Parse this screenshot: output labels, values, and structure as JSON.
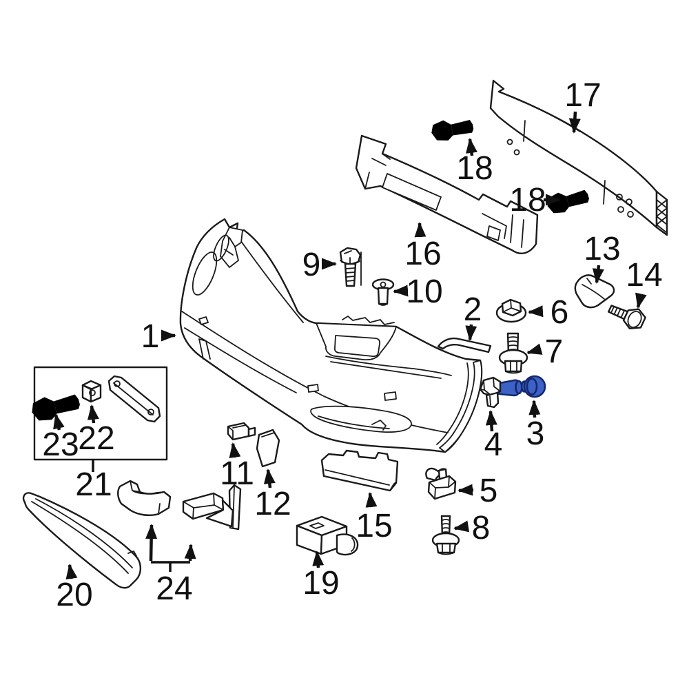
{
  "diagram": {
    "title": "Front bumper exploded parts diagram",
    "background_color": "#ffffff",
    "line_color": "#1a1a1a",
    "highlight": {
      "fill": "#3b62c4",
      "stroke": "#14276e",
      "highlighted_callout": "3"
    }
  },
  "callouts": {
    "c1": {
      "label": "1",
      "part": "bumper-cover"
    },
    "c2": {
      "label": "2",
      "part": "retainer-strip"
    },
    "c3": {
      "label": "3",
      "part": "screw-highlighted"
    },
    "c4": {
      "label": "4",
      "part": "side-bracket"
    },
    "c5": {
      "label": "5",
      "part": "lower-bracket"
    },
    "c6": {
      "label": "6",
      "part": "flange-nut"
    },
    "c7": {
      "label": "7",
      "part": "stud-bolt"
    },
    "c8": {
      "label": "8",
      "part": "bolt"
    },
    "c9": {
      "label": "9",
      "part": "bolt"
    },
    "c10": {
      "label": "10",
      "part": "clip-screw"
    },
    "c11": {
      "label": "11",
      "part": "clip-bracket"
    },
    "c12": {
      "label": "12",
      "part": "pad"
    },
    "c13": {
      "label": "13",
      "part": "bracket"
    },
    "c14": {
      "label": "14",
      "part": "bolt"
    },
    "c15": {
      "label": "15",
      "part": "lower-support"
    },
    "c16": {
      "label": "16",
      "part": "energy-absorber"
    },
    "c17": {
      "label": "17",
      "part": "impact-bar"
    },
    "c18a": {
      "label": "18",
      "part": "bolt"
    },
    "c18b": {
      "label": "18",
      "part": "bolt"
    },
    "c19": {
      "label": "19",
      "part": "sensor-bracket"
    },
    "c20": {
      "label": "20",
      "part": "lower-grille"
    },
    "c21": {
      "label": "21",
      "part": "bracket-kit"
    },
    "c22": {
      "label": "22",
      "part": "square-nut"
    },
    "c23": {
      "label": "23",
      "part": "kit-bolt"
    },
    "c24": {
      "label": "24",
      "part": "side-brackets"
    }
  }
}
